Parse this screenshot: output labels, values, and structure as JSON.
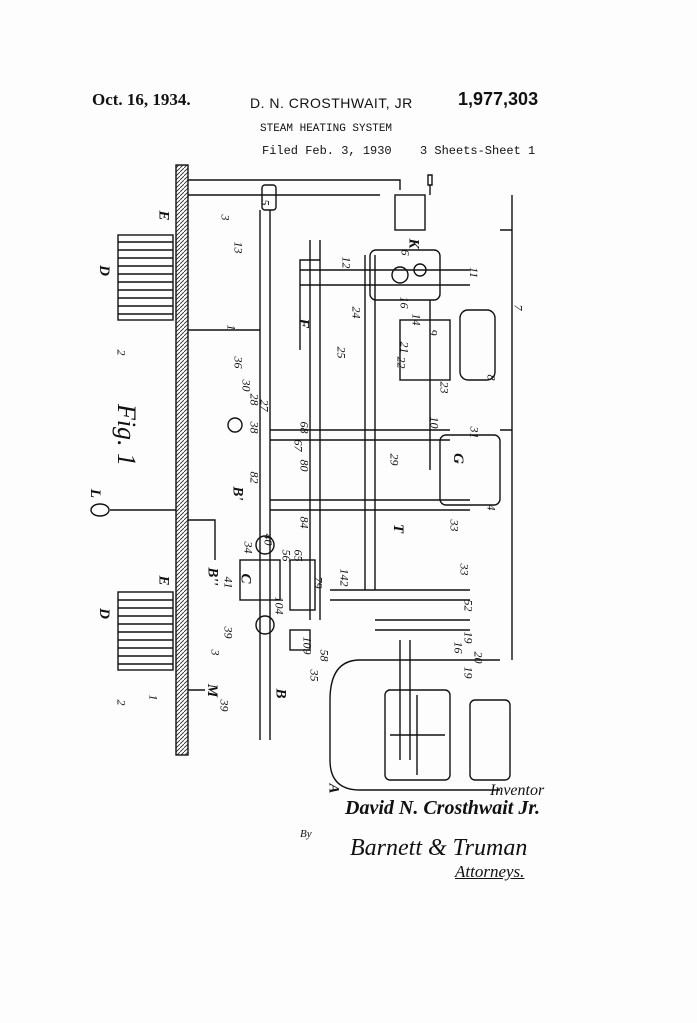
{
  "header": {
    "date": "Oct. 16, 1934.",
    "inventor_name": "D. N. CROSTHWAIT, JR",
    "patent_number": "1,977,303",
    "title": "STEAM HEATING SYSTEM",
    "filed": "Filed Feb. 3, 1930",
    "sheets": "3 Sheets-Sheet 1"
  },
  "figure_label": "Fig. 1",
  "labels": [
    "L",
    "D",
    "D",
    "E",
    "E",
    "5",
    "K",
    "13",
    "12",
    "6",
    "16",
    "14",
    "11",
    "7",
    "24",
    "F",
    "1",
    "2",
    "25",
    "22",
    "23",
    "8",
    "10",
    "31",
    "G",
    "29",
    "28",
    "38",
    "36",
    "30",
    "27",
    "68",
    "67",
    "82",
    "B'",
    "80",
    "84",
    "34",
    "40",
    "C",
    "41",
    "65",
    "56",
    "79",
    "142",
    "T",
    "33",
    "33",
    "4",
    "52",
    "B''",
    "39",
    "39",
    "M",
    "104",
    "109",
    "35",
    "58",
    "3",
    "3",
    "B",
    "19",
    "19",
    "20",
    "16",
    "A",
    "2",
    "1",
    "21",
    "9"
  ],
  "signatures": {
    "inventor_caption": "Inventor",
    "inventor": "David N. Crosthwait Jr.",
    "by": "By",
    "attorneys": "Barnett & Truman",
    "attorneys_caption": "Attorneys."
  }
}
